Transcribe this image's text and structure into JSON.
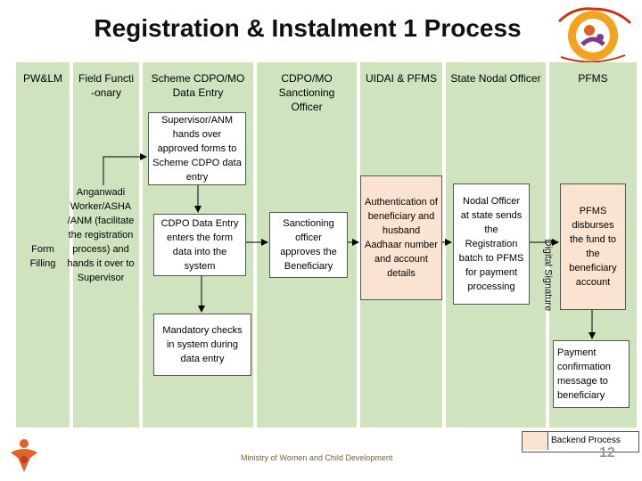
{
  "title": "Registration & Instalment 1 Process",
  "lanes": {
    "pwlm": "PW&LM",
    "field": "Field Functi -onary",
    "scheme": "Scheme CDPO/MO Data Entry",
    "cdpo": "CDPO/MO Sanctioning Officer",
    "uidai": "UIDAI & PFMS",
    "nodal": "State Nodal Officer",
    "pfms": "PFMS"
  },
  "steps": {
    "form_filling": "Form Filling",
    "anganwadi": "Anganwadi Worker/ASHA /ANM (facilitate the registration process) and hands it over to Supervisor",
    "supervisor": "Supervisor/ANM hands over approved forms to Scheme CDPO data entry",
    "cdpo_entry": "CDPO Data Entry enters the form data into the system",
    "mandatory": "Mandatory checks in system during data entry",
    "sanction": "Sanctioning officer approves the Beneficiary",
    "auth": "Authentication of beneficiary and husband Aadhaar number and account details",
    "nodal": "Nodal Officer at state sends the Registration batch to PFMS for payment processing",
    "digital": "Digital Signature",
    "pfms": "PFMS disburses the fund to the beneficiary account",
    "payment": "Payment confirmation message to beneficiary"
  },
  "legend": {
    "backend": "Backend Process"
  },
  "footer": "Ministry of Women and Child Development",
  "page_number": "12",
  "colors": {
    "lane": "#cfe3bf",
    "backend": "#fbe3d2",
    "border": "#555555"
  }
}
